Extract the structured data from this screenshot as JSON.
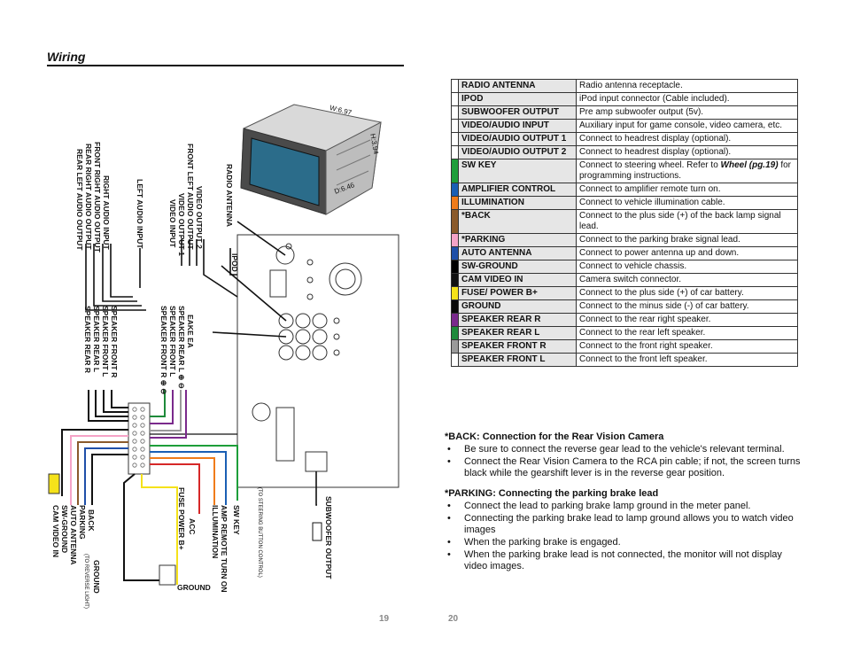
{
  "header": {
    "title": "Wiring"
  },
  "diagram": {
    "unit_dims": {
      "width": "W:6.97",
      "height": "H:3.94",
      "depth": "D:6.46"
    },
    "rca_labels": [
      "RADIO ANTENNA",
      "VIDEO OUTPUT 2",
      "FRONT LEFT  AUDIO OUTPUT",
      "VIDEO OUTPUT 1",
      "VIDEO INPUT",
      "LEFT AUDIO INPUT",
      "RIGHT AUDIO INPUT",
      "FRONT RIGHT AUDIO OUTPUT",
      "REAR RIGHT AUDIO OUTPUT",
      "REAR LEFT AUDIO OUTPUT"
    ],
    "ipod_label": "IPOD",
    "speaker_labels": [
      "EAKE      EA",
      "SPEAKER REAR   L  ⊕ ⊖",
      "SPEAKER FRONT  L",
      "SPEAKER FRONT  R  ⊕ ⊖",
      "SPEAKER FRONT  R",
      "SPEAKER FRONT  L",
      "SPEAKER REAR   L",
      "SPEAKER REAR   R"
    ],
    "harness_labels": [
      "SW KEY",
      "AMP REMOTE TURN ON",
      "ILLUMINATION",
      "ACC",
      "FUSE     POWER B+",
      "BACK",
      "PARKING",
      "AUTO ANTENNA",
      "SW-GROUND",
      "CAM VIDEO IN"
    ],
    "ground_label": "GROUND",
    "ground_label_2": "GROUND",
    "reverse_note": "(TO REVERSE LIGHT)",
    "steering_note": "(TO STEERING BUTTON CONTROL)",
    "subwoofer_label": "SUBWOOFER OUTPUT"
  },
  "wiring_table": [
    {
      "terminal": "RADIO ANTENNA",
      "description": "Radio antenna receptacle.",
      "color": "#ffffff"
    },
    {
      "terminal": "IPOD",
      "description": "iPod input connector (Cable included).",
      "color": "#ffffff"
    },
    {
      "terminal": "SUBWOOFER OUTPUT",
      "description": "Pre amp subwoofer output (5v).",
      "color": "#ffffff"
    },
    {
      "terminal": "VIDEO/AUDIO INPUT",
      "description": "Auxiliary input for game console, video camera, etc.",
      "color": "#ffffff"
    },
    {
      "terminal": "VIDEO/AUDIO OUTPUT 1",
      "description": "Connect to headrest display (optional).",
      "color": "#ffffff"
    },
    {
      "terminal": "VIDEO/AUDIO OUTPUT 2",
      "description": "Connect to headrest display (optional).",
      "color": "#ffffff"
    },
    {
      "terminal": "SW KEY",
      "description": "Connect to steering wheel. Refer to ",
      "description_em": "Wheel (pg.19)",
      "description_tail": " for programming instructions.",
      "color": "#1e9e3a"
    },
    {
      "terminal": "AMPLIFIER CONTROL",
      "description": "Connect to amplifier remote turn on.",
      "color": "#1a5fb4"
    },
    {
      "terminal": "ILLUMINATION",
      "description": "Connect to vehicle illumination cable.",
      "color": "#f07c1a"
    },
    {
      "terminal": "*BACK",
      "description": "Connect to the plus side (+) of the back lamp signal lead.",
      "color": "#8a5a2b"
    },
    {
      "terminal": "*PARKING",
      "description": "Connect to the parking brake signal lead.",
      "color": "#f5a3c7"
    },
    {
      "terminal": "AUTO ANTENNA",
      "description": "Connect to power antenna up and down.",
      "color": "#1f4fa8"
    },
    {
      "terminal": "SW-GROUND",
      "description": "Connect to vehicle chassis.",
      "color": "#000000"
    },
    {
      "terminal": "CAM VIDEO IN",
      "description": "Camera switch connector.",
      "color": "#111111"
    },
    {
      "terminal": "FUSE/ POWER B+",
      "description": "Connect to the plus side (+) of car battery.",
      "color": "#f5e21a"
    },
    {
      "terminal": "GROUND",
      "description": "Connect to the minus side (-) of car battery.",
      "color": "#0a0a0a"
    },
    {
      "terminal": "SPEAKER REAR R",
      "description": "Connect to the rear right speaker.",
      "color": "#7a2a8c"
    },
    {
      "terminal": "SPEAKER REAR L",
      "description": "Connect to the rear left speaker.",
      "color": "#1e8a3a"
    },
    {
      "terminal": "SPEAKER FRONT R",
      "description": "Connect to the front right speaker.",
      "color": "#9a9a9a"
    },
    {
      "terminal": "SPEAKER FRONT L",
      "description": "Connect to the front left speaker.",
      "color": "#ffffff"
    }
  ],
  "notes": {
    "back": {
      "title": "*BACK: Connection for the Rear Vision Camera",
      "items": [
        "Be sure to connect the reverse gear lead to the vehicle's relevant terminal.",
        "Connect the Rear Vision Camera to the RCA pin cable; if not, the screen turns black while the gearshift lever is in the reverse gear position."
      ]
    },
    "parking": {
      "title": "*PARKING: Connecting the parking brake lead",
      "items": [
        "Connect the lead to parking brake lamp ground in the meter panel.",
        "Connecting the parking brake lead to lamp ground allows you to watch video images",
        "When the parking brake is engaged.",
        "When the parking brake lead is not connected, the monitor will not display video images."
      ]
    }
  },
  "footer": {
    "page_left": "19",
    "page_right": "20"
  },
  "colors": {
    "text": "#111111",
    "term_bg": "#e6e6e6",
    "page_num": "#888888"
  }
}
